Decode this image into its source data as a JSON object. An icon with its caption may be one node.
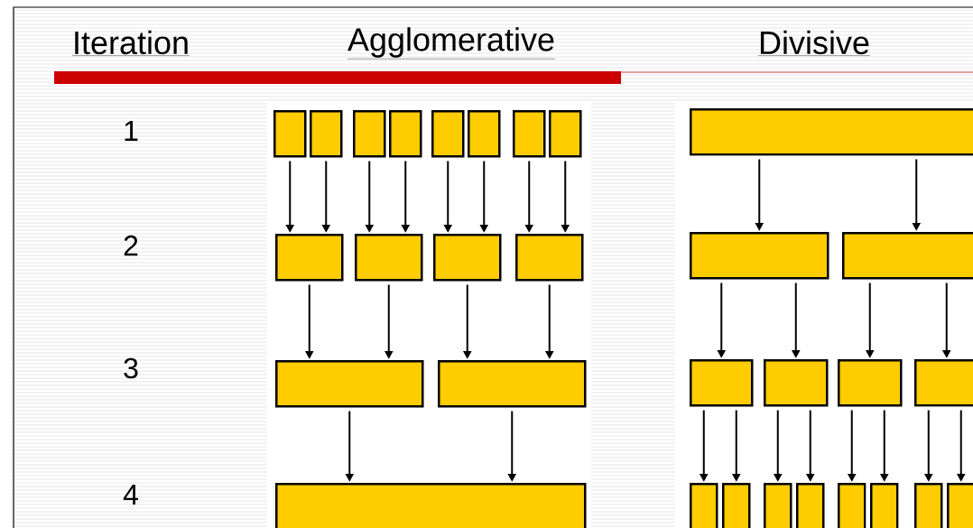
{
  "diagram": {
    "nodes": [
      {
        "text": [],
        "shape": "box"
      },
      {
        "text": [],
        "shape": "box"
      },
      {
        "text": [],
        "shape": "box"
      },
      {
        "text": [],
        "shape": "box"
      },
      {
        "text": [],
        "shape": "box"
      },
      {
        "text": [],
        "shape": "box"
      },
      {
        "text": [],
        "shape": "box"
      },
      {
        "text": [],
        "shape": "box"
      },
      {
        "text": [],
        "shape": "box"
      },
      {
        "text": [],
        "shape": "box"
      },
      {
        "text": [],
        "shape": "box"
      },
      {
        "text": [],
        "shape": "box"
      },
      {
        "text": [],
        "shape": "box"
      },
      {
        "text": [],
        "shape": "box"
      },
      {
        "text": [],
        "shape": "box"
      },
      {
        "text": [],
        "shape": "box"
      },
      {
        "text": [],
        "shape": "box"
      },
      {
        "text": [],
        "shape": "box"
      },
      {
        "text": [],
        "shape": "box"
      },
      {
        "text": [],
        "shape": "box"
      },
      {
        "text": [],
        "shape": "box"
      },
      {
        "text": [],
        "shape": "box"
      },
      {
        "text": [],
        "shape": "box"
      },
      {
        "text": [],
        "shape": "box"
      },
      {
        "text": [],
        "shape": "box"
      },
      {
        "text": [],
        "shape": "box"
      },
      {
        "text": [],
        "shape": "box"
      },
      {
        "text": [],
        "shape": "box"
      },
      {
        "text": [],
        "shape": "box"
      },
      {
        "text": [],
        "shape": "box"
      }
    ],
    "edges": [
      {
        "from": 0,
        "to": 8,
        "arrow": "to"
      },
      {
        "from": 1,
        "to": 8,
        "arrow": "to"
      },
      {
        "from": 2,
        "to": 9,
        "arrow": "to"
      },
      {
        "from": 3,
        "to": 9,
        "arrow": "to"
      },
      {
        "from": 4,
        "to": 10,
        "arrow": "to"
      },
      {
        "from": 5,
        "to": 10,
        "arrow": "to"
      },
      {
        "from": 6,
        "to": 11,
        "arrow": "to"
      },
      {
        "from": 7,
        "to": 11,
        "arrow": "to"
      },
      {
        "from": 8,
        "to": 12,
        "arrow": "to"
      },
      {
        "from": 9,
        "to": 12,
        "arrow": "to"
      },
      {
        "from": 10,
        "to": 13,
        "arrow": "to"
      },
      {
        "from": 11,
        "to": 13,
        "arrow": "to"
      },
      {
        "from": 12,
        "to": 14,
        "arrow": "to"
      },
      {
        "from": 13,
        "to": 14,
        "arrow": "to"
      },
      {
        "from": 15,
        "to": 16,
        "arrow": "to"
      },
      {
        "from": 15,
        "to": 17,
        "arrow": "to"
      },
      {
        "from": 16,
        "to": 18,
        "arrow": "to"
      },
      {
        "from": 16,
        "to": 19,
        "arrow": "to"
      },
      {
        "from": 17,
        "to": 20,
        "arrow": "to"
      },
      {
        "from": 17,
        "to": 21,
        "arrow": "to"
      },
      {
        "from": 18,
        "to": 22,
        "arrow": "to"
      },
      {
        "from": 18,
        "to": 23,
        "arrow": "to"
      },
      {
        "from": 19,
        "to": 24,
        "arrow": "to"
      },
      {
        "from": 19,
        "to": 25,
        "arrow": "to"
      },
      {
        "from": 20,
        "to": 26,
        "arrow": "to"
      },
      {
        "from": 20,
        "to": 27,
        "arrow": "to"
      },
      {
        "from": 21,
        "to": 28,
        "arrow": "to"
      },
      {
        "from": 21,
        "to": 29,
        "arrow": "to"
      }
    ],
    "labels": [
      "Iteration",
      "Agglomerative",
      "Divisive",
      "1",
      "2",
      "3",
      "4"
    ]
  }
}
